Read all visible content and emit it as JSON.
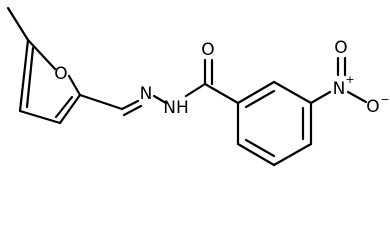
{
  "molecule": {
    "atoms": {
      "ring_oxygen": "O",
      "hydrazone_n1": "N",
      "hydrazone_nh": "NH",
      "carbonyl_oxygen": "O",
      "nitro_nitrogen": "N",
      "nitro_nitrogen_charge": "+",
      "nitro_oxygen_single": "O",
      "nitro_oxygen_charge": "−",
      "nitro_oxygen_double": "O"
    }
  }
}
